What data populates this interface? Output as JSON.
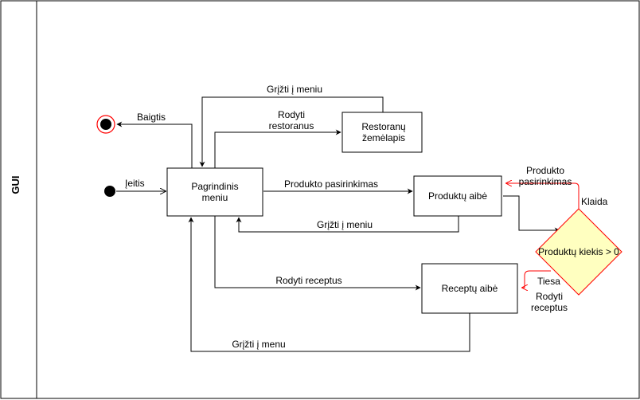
{
  "pool": {
    "label": "GUI"
  },
  "colors": {
    "stroke": "#000000",
    "decision_fill": "#ffffc0",
    "decision_stroke": "#ff0000",
    "final_ring": "#ff0000"
  },
  "nodes": {
    "main_menu": "Pagrindinis meniu",
    "restaurant_map": "Restoranų žemėlapis",
    "product_set": "Produktų aibė",
    "recipe_set": "Receptų aibė",
    "decision": "Produktų kiekis > 0"
  },
  "edges": {
    "enter": "Įeitis",
    "finish": "Baigtis",
    "show_restaurants": "Rodyti restoranus",
    "back_from_map": "Grįžti į meniu",
    "product_selection": "Produkto pasirinkimas",
    "back_from_products": "Grįžti į meniu",
    "show_recipes": "Rodyti receptus",
    "back_from_recipes": "Grįžti į menu",
    "error": "Klaida",
    "error_target": "Produkto pasirinkimas",
    "true": "Tiesa",
    "true_target": "Rodyti receptus"
  }
}
